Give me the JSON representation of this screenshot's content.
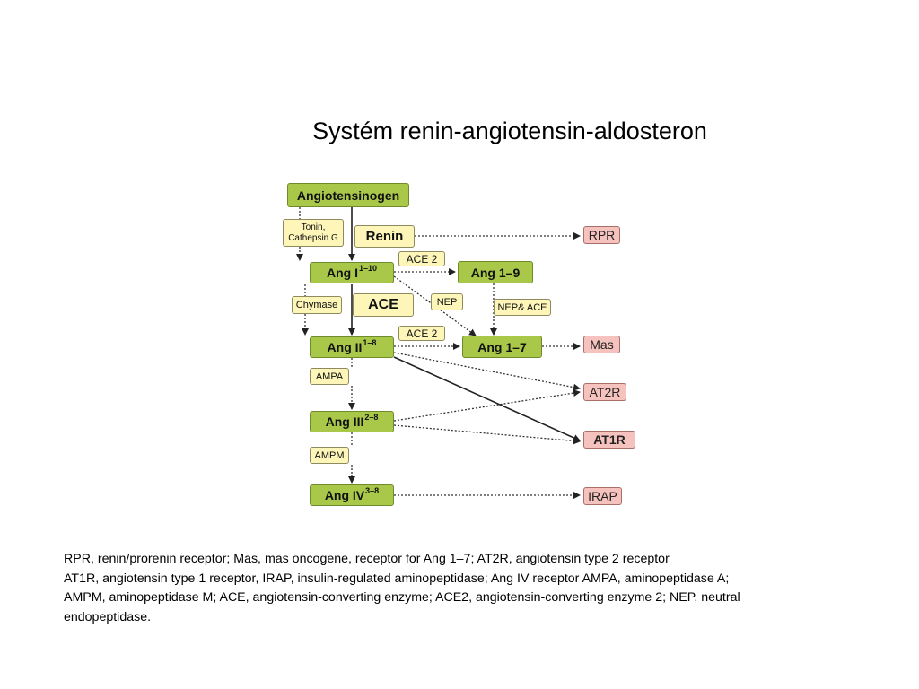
{
  "title": "Systém renin-angiotensin-aldosteron",
  "diagram": {
    "nodes": {
      "angiotensinogen": "Angiotensinogen",
      "tonin_line1": "Tonin,",
      "tonin_line2": "Cathepsin G",
      "renin": "Renin",
      "rpr": "RPR",
      "ang1": "Ang I",
      "ang1_sup": "1–10",
      "ace2_top": "ACE 2",
      "ang19": "Ang 1–9",
      "chymase": "Chymase",
      "ace": "ACE",
      "nep": "NEP",
      "nep_ace": "NEP& ACE",
      "ace2_bottom": "ACE 2",
      "ang2": "Ang II",
      "ang2_sup": "1–8",
      "ang17": "Ang 1–7",
      "mas": "Mas",
      "ampa": "AMPA",
      "at2r": "AT2R",
      "ang3": "Ang III",
      "ang3_sup": "2–8",
      "at1r": "AT1R",
      "ampm": "AMPM",
      "ang4": "Ang IV",
      "ang4_sup": "3–8",
      "irap": "IRAP"
    },
    "colors": {
      "product": "#a9c84a",
      "enzyme": "#fdf6b8",
      "receptor": "#f6c2bd"
    }
  },
  "caption": {
    "line1": "RPR, renin/prorenin receptor; Mas, mas oncogene, receptor for Ang 1–7; AT2R, angiotensin type 2 receptor",
    "line2": "AT1R, angiotensin type 1 receptor, IRAP, insulin-regulated aminopeptidase; Ang IV receptor AMPA, aminopeptidase A;",
    "line3": "AMPM, aminopeptidase M; ACE, angiotensin-converting enzyme; ACE2, angiotensin-converting enzyme 2; NEP, neutral",
    "line4": "endopeptidase."
  }
}
